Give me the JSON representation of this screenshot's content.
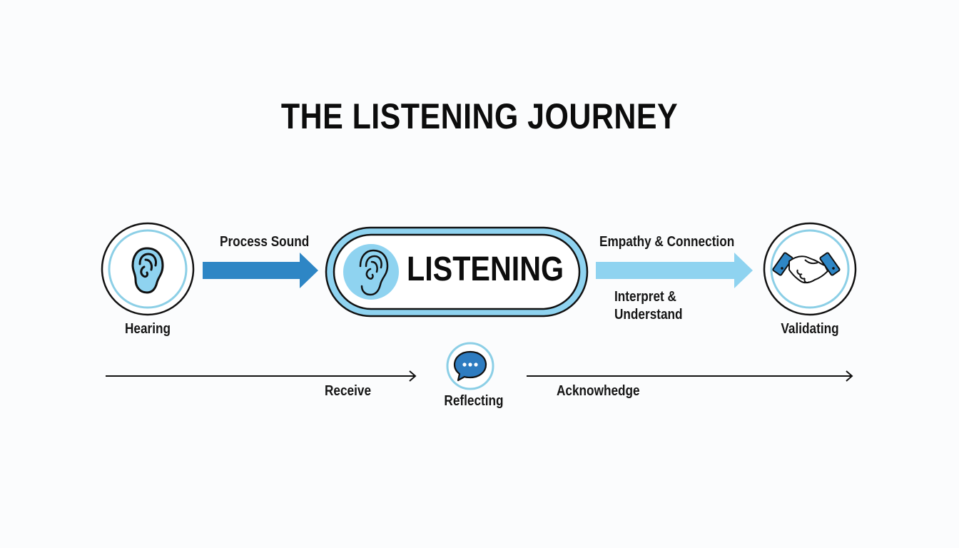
{
  "title": "THE LISTENING JOURNEY",
  "colors": {
    "dark_blue": "#2e86c5",
    "light_blue": "#8fd3f0",
    "ring_blue": "#8ccfe6",
    "outline": "#111111",
    "background": "#fbfcfd"
  },
  "stages": {
    "hearing": {
      "label": "Hearing",
      "icon": "ear-icon"
    },
    "listening": {
      "label": "LISTENING",
      "icon": "ear-icon"
    },
    "validating": {
      "label": "Validating",
      "icon": "handshake-icon"
    },
    "reflecting": {
      "label": "Reflecting",
      "icon": "speech-bubble-icon"
    }
  },
  "arrows": {
    "process_sound": {
      "label": "Process Sound"
    },
    "empathy": {
      "label": "Empathy & Connection",
      "sublabel_line1": "Interpret &",
      "sublabel_line2": "Understand"
    }
  },
  "timeline": {
    "receive": "Receive",
    "acknowledge": "Acknowhedge"
  }
}
